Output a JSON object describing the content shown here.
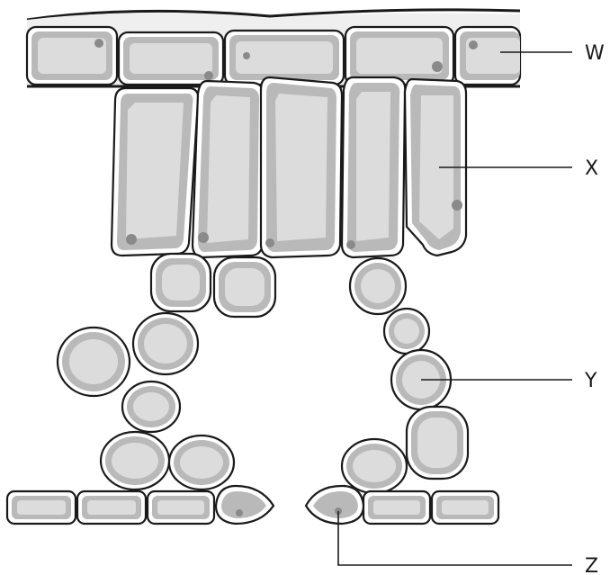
{
  "labels": {
    "w": "W",
    "x": "X",
    "y": "Y",
    "z": "Z"
  },
  "colors": {
    "outline": "#1a1a1a",
    "cytoplasm": "#b9b9b9",
    "vacuole": "#dcdcdc",
    "nucleus": "#8a8a8a"
  }
}
